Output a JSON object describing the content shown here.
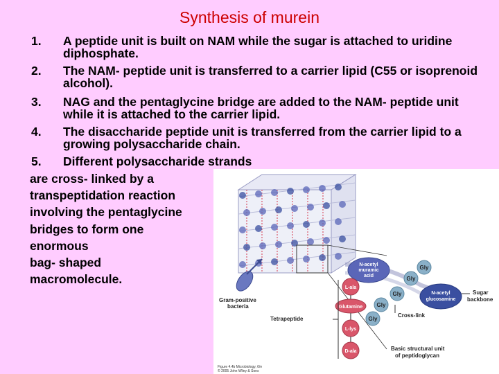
{
  "slide": {
    "title": "Synthesis of murein",
    "steps": [
      {
        "num": "1.",
        "text": "A peptide unit is built on NAM while the sugar is attached to uridine diphosphate."
      },
      {
        "num": "2.",
        "text": "The NAM- peptide unit is transferred to a carrier lipid (C55 or isoprenoid alcohol)."
      },
      {
        "num": "3.",
        "text": "NAG and the pentaglycine bridge are added to the NAM- peptide unit while it is attached to the carrier lipid."
      },
      {
        "num": "4.",
        "text": "The disaccharide peptide unit is transferred from the carrier lipid to a growing polysaccharide chain."
      },
      {
        "num": "5.",
        "text": "Different polysaccharide strands"
      }
    ],
    "continuation": [
      " are cross- linked by a",
      "transpeptidation reaction",
      " involving the pentaglycine",
      " bridges to form one",
      "enormous",
      " bag- shaped",
      "macromolecule."
    ]
  },
  "figure": {
    "labels": {
      "nam": [
        "N-acetyl",
        "muramic",
        "acid"
      ],
      "nag": [
        "N-acetyl",
        "glucosamine"
      ],
      "gly": "Gly",
      "l_ala": "L-ala",
      "glutamine": "Glutamine",
      "l_lys": "L-lys",
      "d_ala": "D-ala",
      "sugar_backbone": [
        "Sugar",
        "backbone"
      ],
      "cross_link": "Cross-link",
      "gram_positive": [
        "Gram-positive",
        "bacteria"
      ],
      "tetrapeptide": "Tetrapeptide",
      "basic_unit": [
        "Basic structural unit",
        "of peptidoglycan"
      ],
      "caption": [
        "Figure 4.4b Microbiology, 6/e",
        "© 2005 John Wiley & Sons"
      ]
    },
    "colors": {
      "sugar": "#5a66b8",
      "nag": "#3a4fa0",
      "gly": "#8ab0c8",
      "amino": "#d9566a",
      "lattice": "#b9bcd9"
    }
  }
}
